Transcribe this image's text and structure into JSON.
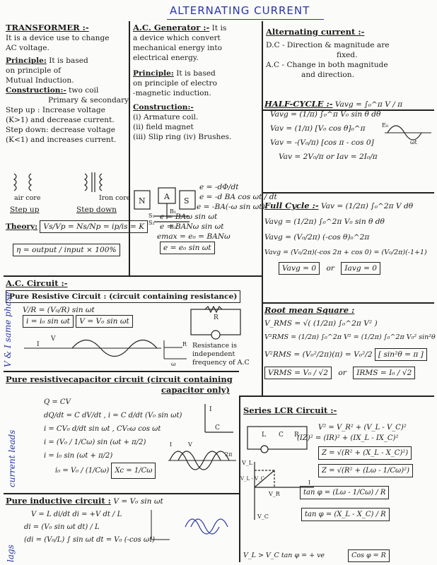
{
  "title": "ALTERNATING CURRENT",
  "transformer": {
    "heading": "TRANSFORMER :-",
    "lines": [
      "It is a device use to change",
      "AC voltage."
    ],
    "principle_label": "Principle:",
    "principle": [
      "It is based",
      "on principle of",
      "Mutual Induction."
    ],
    "construction_label": "Construction:-",
    "construction": [
      "two coil",
      "Primary & secondary"
    ],
    "step_up": [
      "Step up : Increase voltage",
      "(K>1)  and decrease current."
    ],
    "step_down": [
      "Step down: decrease voltage",
      "(K<1) and increases current."
    ],
    "core_labels": [
      "air core",
      "Iron core"
    ],
    "type_labels": [
      "Step up",
      "Step down"
    ],
    "theory_label": "Theory:",
    "theory_formula": "Vs/Vp = Ns/Np = ip/is = K",
    "efficiency_formula": "η = output / input × 100%"
  },
  "ac_generator": {
    "heading": "A.C. Generator :-",
    "lines": [
      "It is",
      "a device which convert",
      "mechanical energy into",
      "electrical energy."
    ],
    "principle_label": "Principle:",
    "principle": [
      "It is based",
      "on principle of electro",
      "-magnetic induction."
    ],
    "construction_label": "Construction:-",
    "construction": [
      "(i) Armature coil.",
      "(ii) field magnet",
      "(iii) Slip ring  (iv) Brushes."
    ],
    "diagram_labels": [
      "N",
      "A",
      "S",
      "B₁",
      "B₂",
      "S₁",
      "S₂"
    ],
    "equations": [
      "e = -dΦ/dt",
      "e = -d BA cos ωt / dt",
      "e = -BA(-ω sin ωt)",
      "e = BAω sin ωt",
      "e = BANω sin ωt",
      "emax = e₀ = BANω"
    ],
    "result": "e = e₀ sin ωt"
  },
  "ac_intro": {
    "heading": "Alternating current :-",
    "dc": [
      "D.C - Direction & magnitude are",
      "fixed."
    ],
    "ac": [
      "A.C - Change in both magnitude",
      "and direction."
    ]
  },
  "half_cycle": {
    "heading": "HALF-CYCLE :-",
    "equations": [
      "Vavg = ∫₀^π V / π",
      "Vavg = (1/π) ∫₀^π V₀ sin θ dθ",
      "Vav = (1/π) [V₀ cos θ]₀^π",
      "Vav = -(V₀/π) [cos π - cos 0]",
      "Vav = 2V₀/π   or  Iav = 2I₀/π"
    ],
    "graph_labels": [
      "E₀",
      "ωt"
    ]
  },
  "full_cycle": {
    "heading": "Full Cycle :-",
    "equations": [
      "Vav = (1/2π) ∫₀^2π V dθ",
      "Vavg = (1/2π) ∫₀^2π V₀ sin θ dθ",
      "Vavg = (V₀/2π) (-cos θ)₀^2π",
      "Vavg = (V₀/2π)(-cos 2π + cos 0) = (V₀/2π)(-1+1)"
    ],
    "result": [
      "Vavg = 0",
      "or",
      "Iavg = 0"
    ]
  },
  "rms": {
    "heading": "Root mean Square :",
    "equations": [
      "V_RMS = √( (1/2π) ∫₀^2π V² )",
      "V²RMS = (1/2π) ∫₀^2π V² = (1/2π) ∫₀^2π V₀² sin²θ dθ",
      "V²RMS = (V₀²/2π)(π) = V₀²/2",
      "[ sin²θ = π ]"
    ],
    "result": [
      "VRMS = V₀ / √2",
      "or",
      "IRMS = I₀ / √2"
    ]
  },
  "ac_circuit": {
    "heading": "A.C. Circuit :-",
    "resistive_heading": "Pure Resistive Circuit : (circuit containing resistance)",
    "resistive_eq": [
      "V/R = (V₀/R) sin ωt",
      "i = i₀ sin ωt",
      "V = V₀ sin ωt"
    ],
    "resistive_labels": [
      "R",
      "I",
      "V",
      "R",
      "ω"
    ],
    "resistance_note": [
      "Resistance is",
      "independent",
      "frequency of A.C"
    ],
    "side_label_1": "V & I same phase",
    "capacitor_heading": "Pure resistivecapacitor circuit (circuit containing",
    "capacitor_heading2": "capacitor only)",
    "capacitor_eq": [
      "Q = CV",
      "dQ/dt = C dV/dt ,  i = C d/dt (V₀ sin ωt)",
      "i = CV₀ d/dt sin ωt ,  CV₀ω cos ωt",
      "i = (V₀ / 1/Cω) sin (ωt + π/2)",
      "i = i₀ sin (ωt + π/2)",
      "i₀ = V₀ / (1/Cω)",
      "Xc = 1/Cω"
    ],
    "capacitor_graph_labels": [
      "I",
      "C",
      "V",
      "I",
      "V",
      "2π"
    ],
    "side_label_2": "current leads",
    "inductive_heading": "Pure inductive circuit :",
    "inductive_eq": [
      "V = V₀ sin ωt",
      "V = L di/dt   di = +V dt / L",
      "di = (V₀ sin ωt dt) / L",
      "(di = (V₀/L) ∫ sin ωt dt = V₀ (-cos ωt)"
    ],
    "side_label_3": "lags"
  },
  "lcr": {
    "heading": "Series LCR Circuit :-",
    "labels": [
      "L",
      "C",
      "R"
    ],
    "equations": [
      "V² = V_R² + (V_L - V_C)²",
      "(IZ)² = (IR)² + (IX_L - IX_C)²",
      "Z = √(R² + (X_L - X_C)²)",
      "Z = √(R² + (Lω - 1/Cω)²)",
      "tan φ = (Lω - 1/Cω) / R",
      "tan φ = (X_L - X_C) / R"
    ],
    "phasor_labels": [
      "V_L",
      "V_L - V_C",
      "V_R",
      "I",
      "V_C"
    ],
    "footer": [
      "V_L > V_C   tan φ = + ve",
      "Cos φ = R"
    ]
  }
}
